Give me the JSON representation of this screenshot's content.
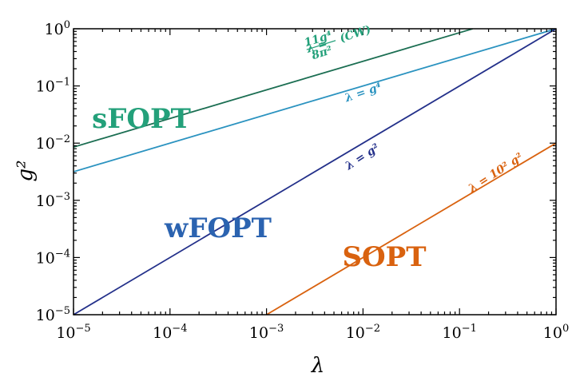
{
  "chart_data": {
    "type": "line",
    "x_scale": "log",
    "y_scale": "log",
    "xlim": [
      1e-05,
      1
    ],
    "ylim": [
      1e-05,
      1
    ],
    "xlabel": "λ",
    "ylabel": "g²",
    "x_ticks": [
      {
        "value": 1e-05,
        "base": "10",
        "exp": "−5"
      },
      {
        "value": 0.0001,
        "base": "10",
        "exp": "−4"
      },
      {
        "value": 0.001,
        "base": "10",
        "exp": "−3"
      },
      {
        "value": 0.01,
        "base": "10",
        "exp": "−2"
      },
      {
        "value": 0.1,
        "base": "10",
        "exp": "−1"
      },
      {
        "value": 1,
        "base": "10",
        "exp": "0"
      }
    ],
    "y_ticks": [
      {
        "value": 1e-05,
        "base": "10",
        "exp": "−5"
      },
      {
        "value": 0.0001,
        "base": "10",
        "exp": "−4"
      },
      {
        "value": 0.001,
        "base": "10",
        "exp": "−3"
      },
      {
        "value": 0.01,
        "base": "10",
        "exp": "−2"
      },
      {
        "value": 0.1,
        "base": "10",
        "exp": "−1"
      },
      {
        "value": 1,
        "base": "10",
        "exp": "0"
      }
    ],
    "series": [
      {
        "label": "λ = 11g⁴/8π² (CW)",
        "color": "#1b6e52",
        "points": [
          [
            1e-05,
            0.00853
          ],
          [
            0.1,
            0.853
          ],
          [
            0.137,
            1
          ]
        ]
      },
      {
        "label": "λ = g⁴",
        "color": "#2b93c0",
        "points": [
          [
            1e-05,
            0.00316
          ],
          [
            1,
            1
          ]
        ]
      },
      {
        "label": "λ = g²",
        "color": "#23308a",
        "points": [
          [
            1e-05,
            1e-05
          ],
          [
            1,
            1
          ]
        ]
      },
      {
        "label": "λ = 10²g²",
        "color": "#d9620f",
        "points": [
          [
            0.001,
            1e-05
          ],
          [
            1,
            0.01
          ]
        ]
      }
    ],
    "regions": [
      {
        "label": "sFOPT",
        "color": "#23a07a"
      },
      {
        "label": "wFOPT",
        "color": "#2b63b0"
      },
      {
        "label": "SOPT",
        "color": "#d9620f"
      }
    ],
    "grid": false
  }
}
